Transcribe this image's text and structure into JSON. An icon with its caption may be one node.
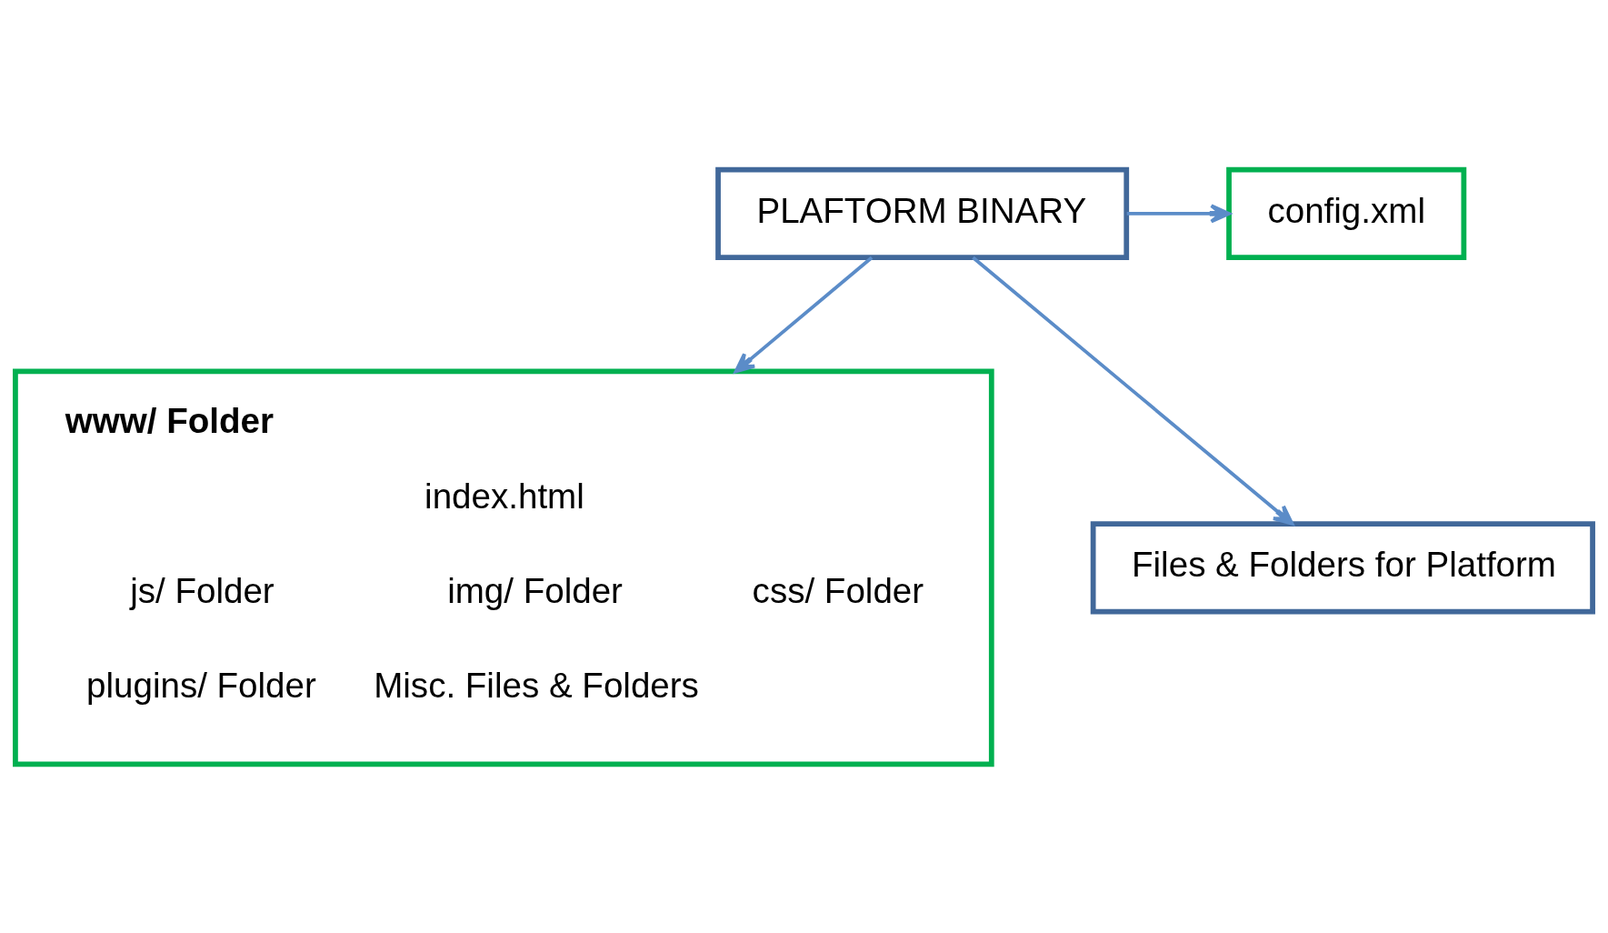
{
  "diagram": {
    "nodes": [
      {
        "text": [
          "PLAFTORM BINARY"
        ]
      },
      {
        "text": [
          "config.xml"
        ]
      },
      {
        "text": [
          "www/ Folder",
          "index.html",
          "js/ Folder",
          "img/ Folder",
          "css/ Folder",
          "plugins/ Folder",
          "Misc. Files & Folders"
        ]
      },
      {
        "text": [
          "Files & Folders for Platform"
        ]
      }
    ],
    "edges": [
      {
        "from": 0,
        "to": 1,
        "arrow": "to"
      },
      {
        "from": 0,
        "to": 2,
        "arrow": "to"
      },
      {
        "from": 0,
        "to": 3,
        "arrow": "to"
      }
    ]
  }
}
